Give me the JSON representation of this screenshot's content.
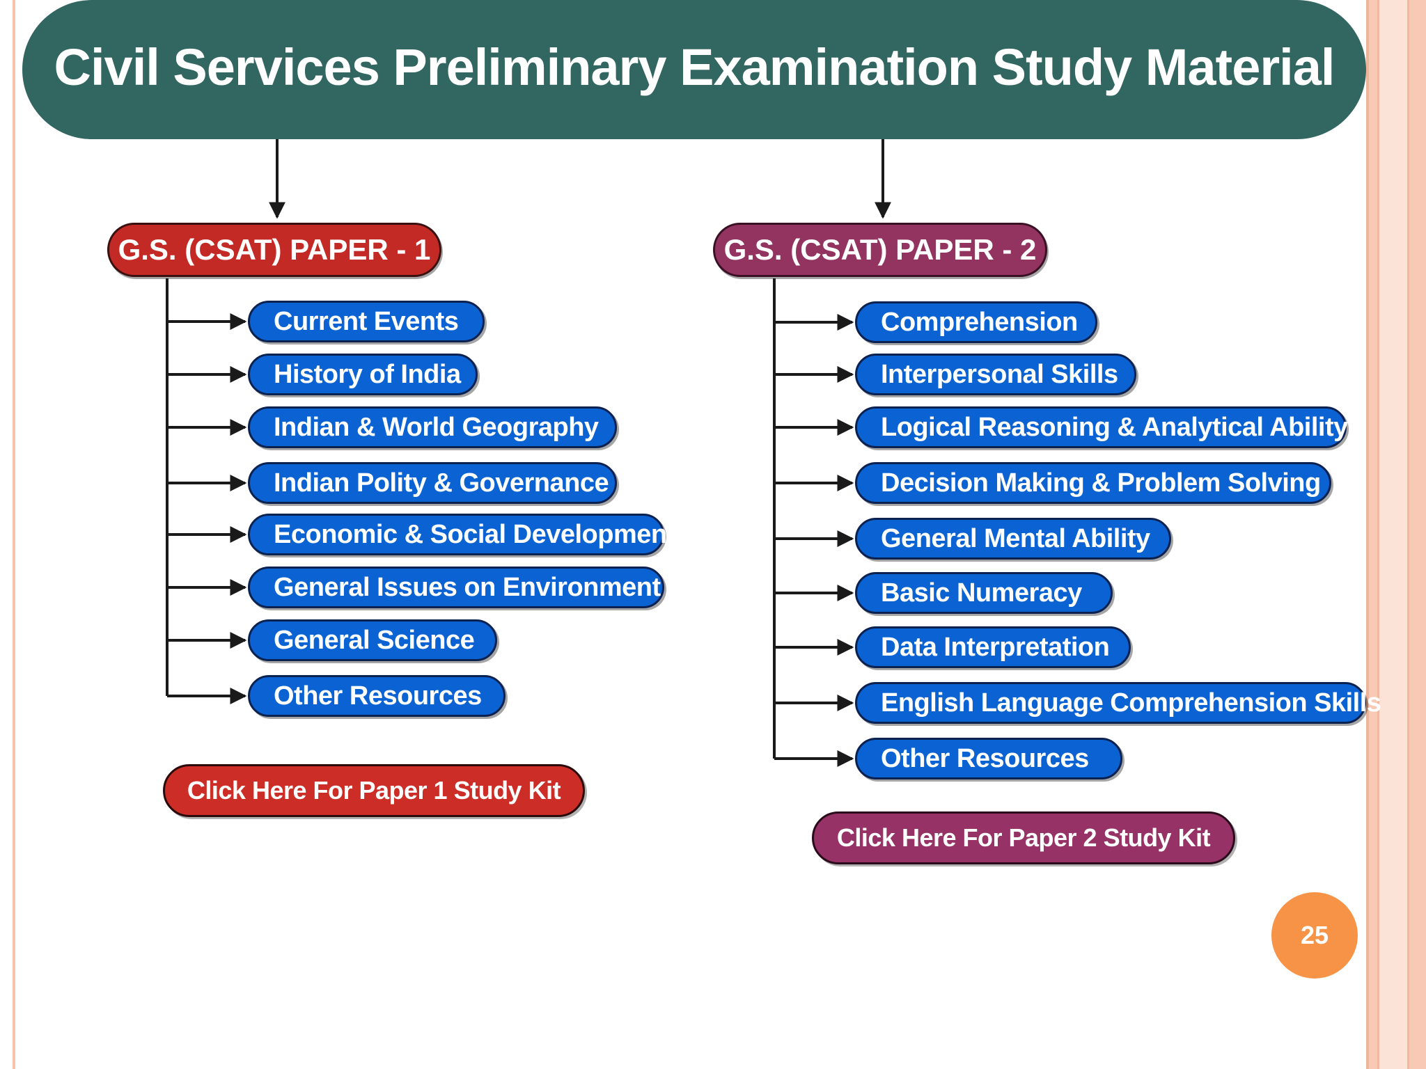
{
  "banner": {
    "title": "Civil Services Preliminary Examination Study Material",
    "color": "#326661"
  },
  "paper1": {
    "label": "G.S. (CSAT) PAPER - 1",
    "color": "#c42a25",
    "topics": [
      "Current Events",
      "History of India",
      "Indian & World Geography",
      "Indian Polity & Governance",
      "Economic & Social Development",
      "General Issues on Environment",
      "General Science",
      "Other Resources"
    ],
    "kit_label": "Click Here For Paper 1 Study Kit"
  },
  "paper2": {
    "label": "G.S. (CSAT) PAPER - 2",
    "color": "#93335f",
    "topics": [
      "Comprehension",
      "Interpersonal Skills",
      "Logical Reasoning & Analytical Ability",
      "Decision Making & Problem Solving",
      "General Mental Ability",
      "Basic Numeracy",
      "Data Interpretation",
      "English Language Comprehension Skills",
      "Other Resources"
    ],
    "kit_label": "Click Here For Paper 2 Study Kit"
  },
  "topic_color": "#0a62d3",
  "page_number": "25"
}
